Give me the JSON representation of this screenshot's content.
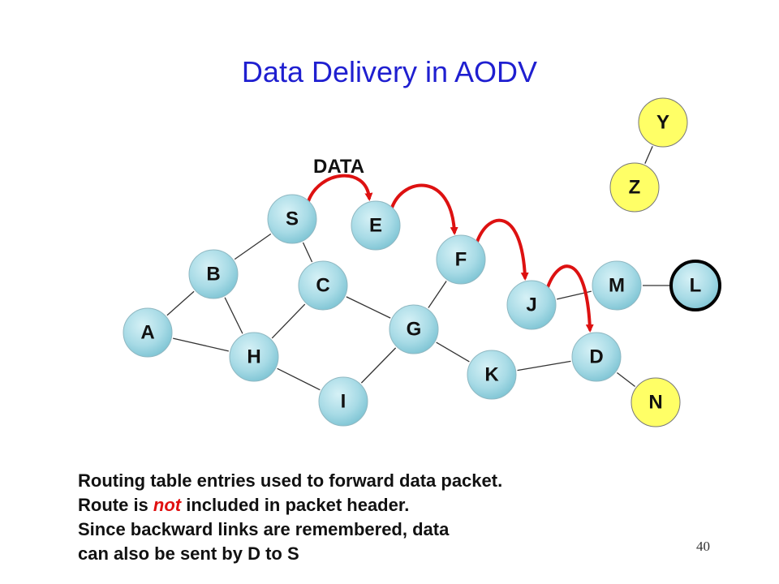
{
  "title": "Data Delivery in AODV",
  "data_label": "DATA",
  "colors": {
    "title": "#1f1fd0",
    "node_fill": "#a8dbe6",
    "highlight_node_fill": "#ffff66",
    "arrow": "#dd1111",
    "edge": "#333333"
  },
  "nodes": [
    {
      "id": "S",
      "label": "S"
    },
    {
      "id": "E",
      "label": "E"
    },
    {
      "id": "F",
      "label": "F"
    },
    {
      "id": "B",
      "label": "B"
    },
    {
      "id": "C",
      "label": "C"
    },
    {
      "id": "M",
      "label": "M"
    },
    {
      "id": "L",
      "label": "L",
      "outlined": true
    },
    {
      "id": "J",
      "label": "J"
    },
    {
      "id": "A",
      "label": "A"
    },
    {
      "id": "G",
      "label": "G"
    },
    {
      "id": "H",
      "label": "H"
    },
    {
      "id": "D",
      "label": "D"
    },
    {
      "id": "K",
      "label": "K"
    },
    {
      "id": "I",
      "label": "I"
    },
    {
      "id": "N",
      "label": "N",
      "highlight": true
    },
    {
      "id": "Y",
      "label": "Y",
      "highlight": true
    },
    {
      "id": "Z",
      "label": "Z",
      "highlight": true
    }
  ],
  "edges": [
    [
      "S",
      "B"
    ],
    [
      "S",
      "C"
    ],
    [
      "B",
      "A"
    ],
    [
      "B",
      "H"
    ],
    [
      "A",
      "H"
    ],
    [
      "H",
      "C"
    ],
    [
      "H",
      "I"
    ],
    [
      "C",
      "G"
    ],
    [
      "I",
      "G"
    ],
    [
      "G",
      "F"
    ],
    [
      "G",
      "K"
    ],
    [
      "K",
      "D"
    ],
    [
      "D",
      "N"
    ],
    [
      "J",
      "M"
    ],
    [
      "M",
      "L"
    ],
    [
      "Y",
      "Z"
    ]
  ],
  "data_path": [
    [
      "S",
      "E"
    ],
    [
      "E",
      "F"
    ],
    [
      "F",
      "J"
    ],
    [
      "J",
      "D"
    ]
  ],
  "caption": {
    "line1": "Routing table entries used to forward data packet.",
    "line2_before": "Route is ",
    "line2_emph": "not",
    "line2_after": " included in packet header.",
    "line3": "Since backward links are remembered, data",
    "line4": "can also be sent by D to S"
  },
  "slide_number": "40"
}
